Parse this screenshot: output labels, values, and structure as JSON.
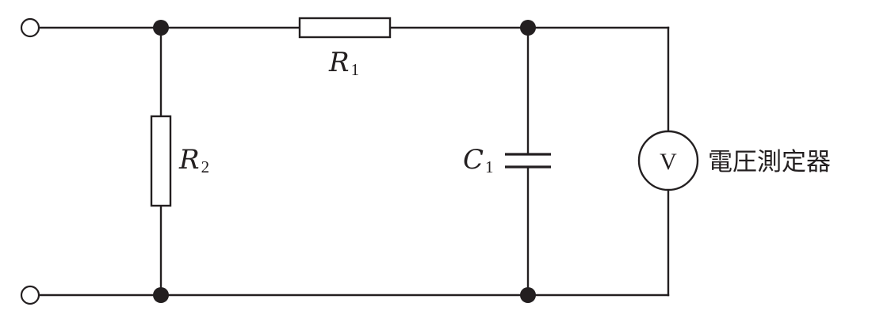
{
  "components": {
    "r1": {
      "letter": "R",
      "index": "1"
    },
    "r2": {
      "letter": "R",
      "index": "2"
    },
    "c1": {
      "letter": "C",
      "index": "1"
    },
    "voltmeter": {
      "symbol": "V",
      "caption": "電圧測定器"
    }
  }
}
